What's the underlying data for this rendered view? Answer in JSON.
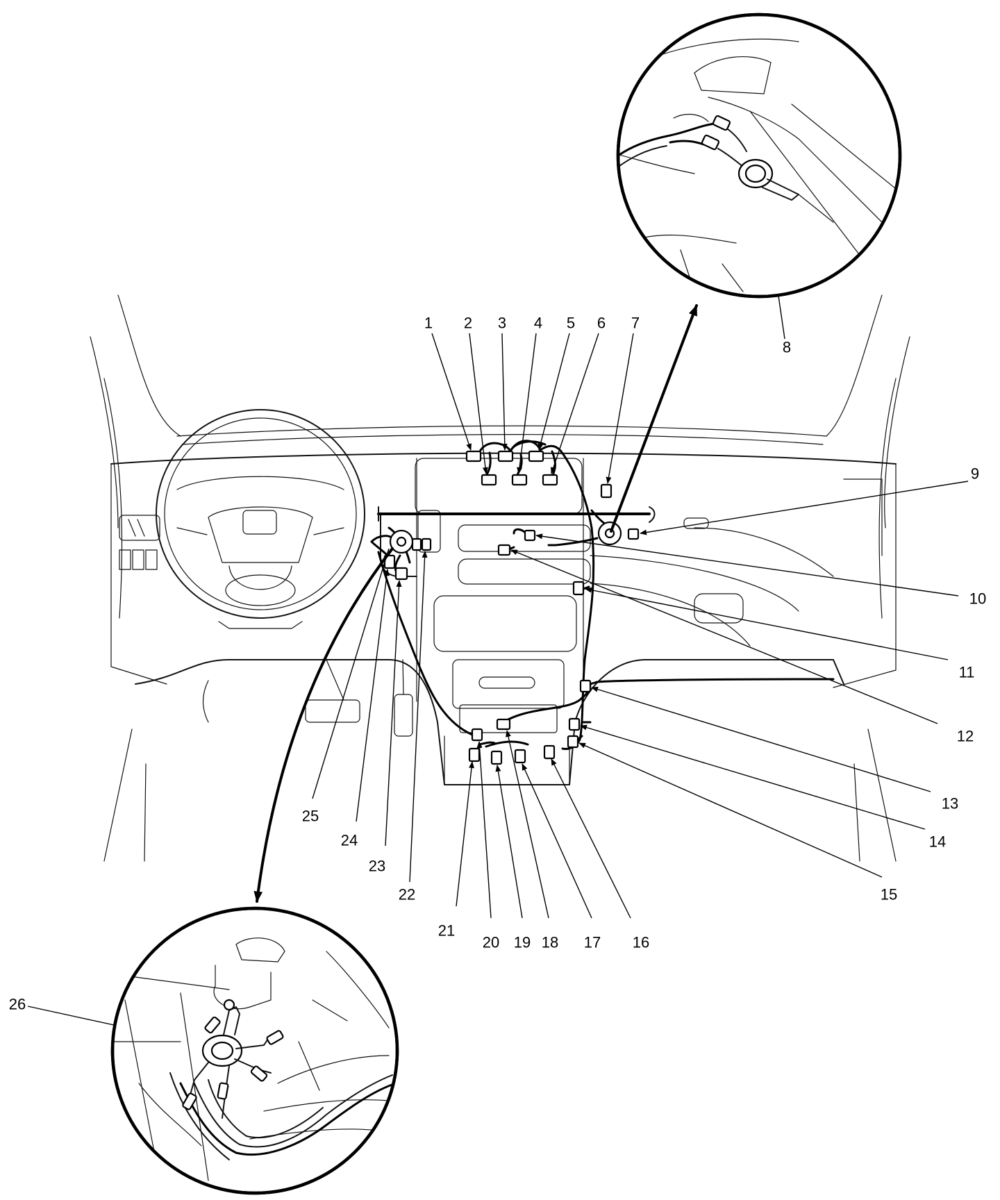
{
  "diagram": {
    "callouts": [
      {
        "id": "1",
        "label": "1"
      },
      {
        "id": "2",
        "label": "2"
      },
      {
        "id": "3",
        "label": "3"
      },
      {
        "id": "4",
        "label": "4"
      },
      {
        "id": "5",
        "label": "5"
      },
      {
        "id": "6",
        "label": "6"
      },
      {
        "id": "7",
        "label": "7"
      },
      {
        "id": "8",
        "label": "8"
      },
      {
        "id": "9",
        "label": "9"
      },
      {
        "id": "10",
        "label": "10"
      },
      {
        "id": "11",
        "label": "11"
      },
      {
        "id": "12",
        "label": "12"
      },
      {
        "id": "13",
        "label": "13"
      },
      {
        "id": "14",
        "label": "14"
      },
      {
        "id": "15",
        "label": "15"
      },
      {
        "id": "16",
        "label": "16"
      },
      {
        "id": "17",
        "label": "17"
      },
      {
        "id": "18",
        "label": "18"
      },
      {
        "id": "19",
        "label": "19"
      },
      {
        "id": "20",
        "label": "20"
      },
      {
        "id": "21",
        "label": "21"
      },
      {
        "id": "22",
        "label": "22"
      },
      {
        "id": "23",
        "label": "23"
      },
      {
        "id": "24",
        "label": "24"
      },
      {
        "id": "25",
        "label": "25"
      },
      {
        "id": "26",
        "label": "26"
      }
    ],
    "detail_views": [
      {
        "id": "upper-right-detail",
        "callout": "8"
      },
      {
        "id": "lower-left-detail",
        "callout": "26"
      }
    ]
  }
}
